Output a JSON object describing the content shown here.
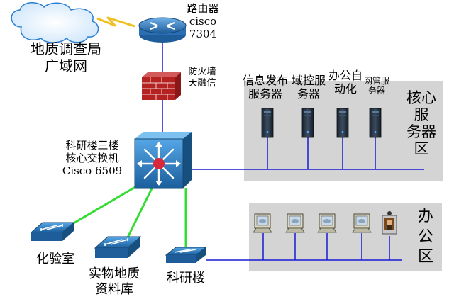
{
  "wan": {
    "label": "地质调查局\n广域网"
  },
  "router": {
    "label": "路由器\ncisco\n7304"
  },
  "firewall": {
    "label": "防火墙\n天融信"
  },
  "core_switch": {
    "label": "科研楼三楼\n核心交换机\nCisco 6509"
  },
  "server_zone": {
    "zone_label": "核心服\n务器区",
    "servers": [
      {
        "label": "信息发布\n服务器"
      },
      {
        "label": "域控服\n务器"
      },
      {
        "label": "办公自\n动化"
      },
      {
        "label": "网管服\n务器"
      }
    ]
  },
  "office_zone": {
    "zone_label": "办公\n区"
  },
  "access_switches": [
    {
      "label": "化验室"
    },
    {
      "label": "实物地质\n资料库"
    },
    {
      "label": "科研楼"
    }
  ],
  "colors": {
    "zone_fill": "#d4d4d4",
    "link_blue": "#1a1ad6",
    "link_green": "#33dd33",
    "router_blue": "#2a6fb3",
    "firewall_red": "#b52222",
    "switch_blue": "#2c7fc3",
    "wan_link": "#f0c020"
  }
}
